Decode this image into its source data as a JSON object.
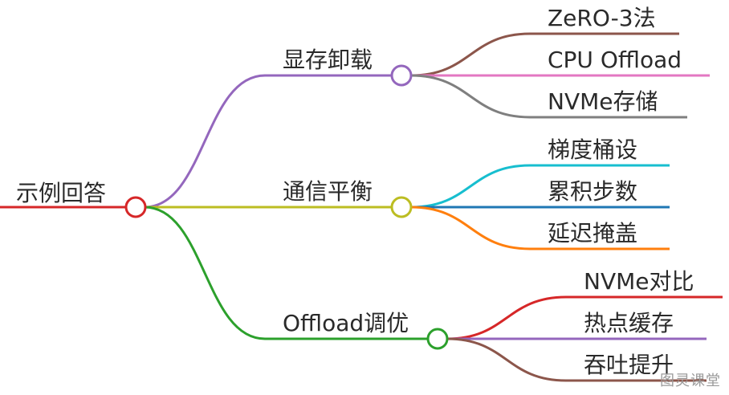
{
  "root": {
    "label": "示例回答",
    "color": "#d62728"
  },
  "branches": [
    {
      "label": "显存卸载",
      "color": "#9467bd",
      "children": [
        {
          "label": "ZeRO-3法",
          "color": "#8c564b"
        },
        {
          "label": "CPU Offload",
          "color": "#e377c2"
        },
        {
          "label": "NVMe存储",
          "color": "#7f7f7f"
        }
      ]
    },
    {
      "label": "通信平衡",
      "color": "#bcbd22",
      "children": [
        {
          "label": "梯度桶设",
          "color": "#17becf"
        },
        {
          "label": "累积步数",
          "color": "#1f77b4"
        },
        {
          "label": "延迟掩盖",
          "color": "#ff7f0e"
        }
      ]
    },
    {
      "label": "Offload调优",
      "color": "#2ca02c",
      "children": [
        {
          "label": "NVMe对比",
          "color": "#d62728"
        },
        {
          "label": "热点缓存",
          "color": "#9467bd"
        },
        {
          "label": "吞吐提升",
          "color": "#8c564b"
        }
      ]
    }
  ],
  "watermark": "图灵课堂"
}
